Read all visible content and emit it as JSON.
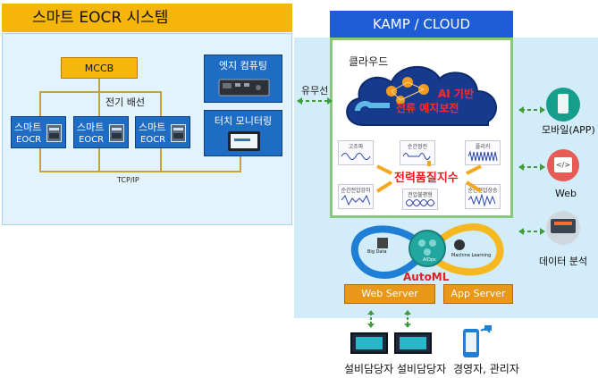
{
  "left": {
    "title": "스마트 EOCR 시스템",
    "mccb": "MCCB",
    "wiring_label": "전기 배선",
    "devices": [
      {
        "line1": "스마트",
        "line2": "EOCR"
      },
      {
        "line1": "스마트",
        "line2": "EOCR"
      },
      {
        "line1": "스마트",
        "line2": "EOCR"
      }
    ],
    "edge_label": "엣지 컴퓨팅",
    "touch_label": "터치 모니터링",
    "network_label": "TCP/IP"
  },
  "right": {
    "title": "KAMP / CLOUD",
    "wired_label": "유무선",
    "cloud_label": "클라우드",
    "ai_line1": "AI 기반",
    "ai_line2": "전류 예지보전",
    "quality_label": "전력품질지수",
    "waves": [
      "고조파",
      "순간정전",
      "플리커",
      "순간전압강하",
      "전압불평형",
      "순간전압상승"
    ],
    "ml_left": "Big Data",
    "ml_center": "AIOps",
    "ml_right": "Machine Learning",
    "automl": "AutoML",
    "web_server": "Web Server",
    "app_server": "App Server"
  },
  "outputs": {
    "mobile": "모바일(APP)",
    "web": "Web",
    "data": "데이터 분석"
  },
  "users": {
    "u1": "설비담당자",
    "u2": "설비담당자",
    "u3": "경영자, 관리자"
  },
  "colors": {
    "orange": "#f5b50b",
    "blue": "#1e5cd6",
    "green": "#3e9c3a",
    "red": "#e02020"
  }
}
